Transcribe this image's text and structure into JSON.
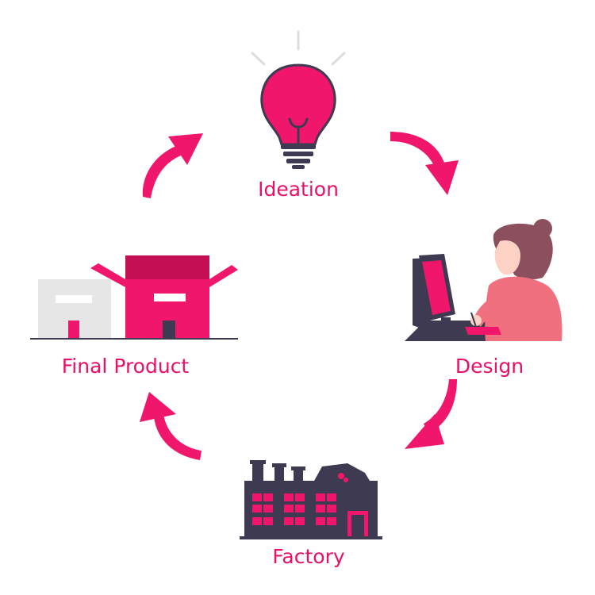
{
  "colors": {
    "accent": "#f0166b",
    "accent_dark": "#c40f55",
    "dark": "#3d3a52",
    "box_gray": "#e6e6e6",
    "hair": "#8c4f5d",
    "skin": "#fdd2c4",
    "sweater": "#f07080",
    "ray": "#dddddd",
    "label": "#e8116a"
  },
  "stages": {
    "ideation": {
      "label": "Ideation",
      "icon": "lightbulb-icon"
    },
    "design": {
      "label": "Design",
      "icon": "designer-at-computer-icon"
    },
    "factory": {
      "label": "Factory",
      "icon": "factory-icon"
    },
    "final_product": {
      "label": "Final Product",
      "icon": "boxes-icon"
    }
  },
  "cycle_order": [
    "ideation",
    "design",
    "factory",
    "final_product"
  ]
}
